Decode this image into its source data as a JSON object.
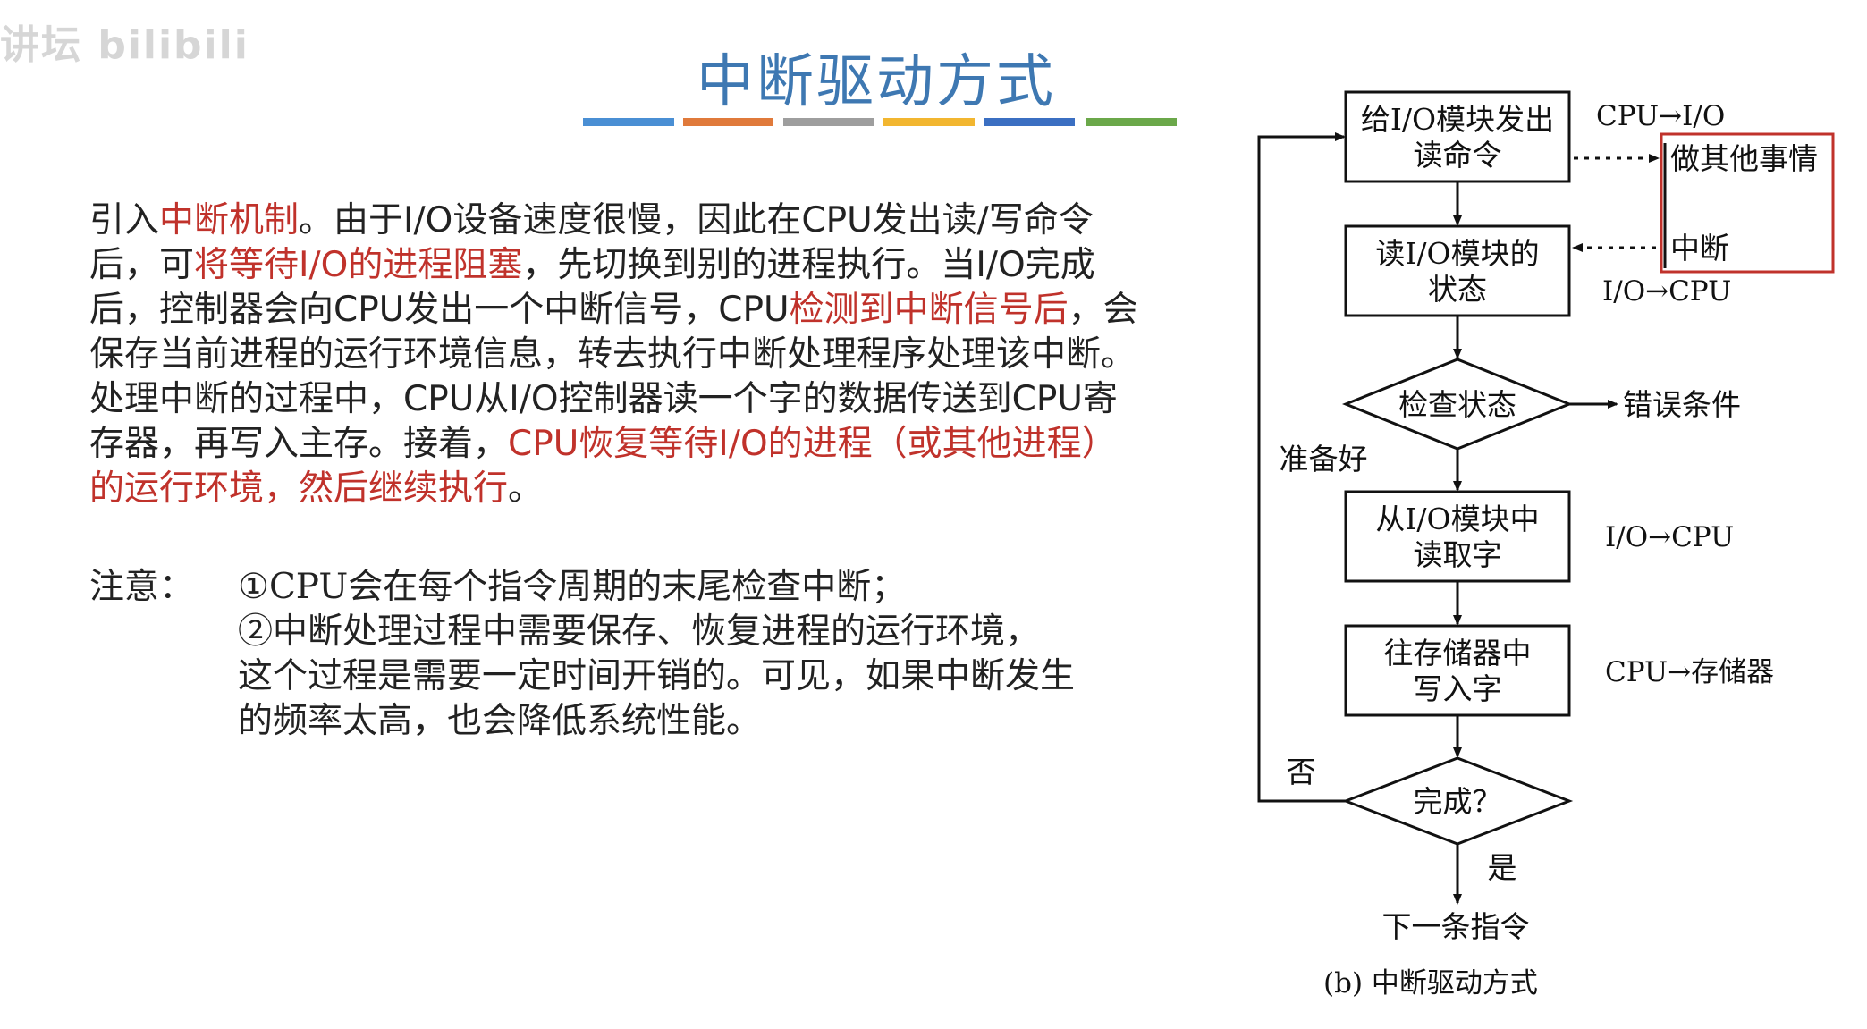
{
  "watermark": "讲坛 bilibili",
  "title": "中断驱动方式",
  "title_bar_colors": [
    "#4a8fd4",
    "#e07a3b",
    "#9e9e9e",
    "#f2b630",
    "#3b6fc2",
    "#6ba84a"
  ],
  "accent_red": "#c0322b",
  "paragraph": [
    {
      "text": "引入",
      "red": false
    },
    {
      "text": "中断机制",
      "red": true
    },
    {
      "text": "。由于I/O设备速度很慢，因此在CPU发出读/写命令后，可",
      "red": false
    },
    {
      "text": "将等待I/O的进程阻塞",
      "red": true
    },
    {
      "text": "，先切换到别的进程执行。当I/O完成后，控制器会向CPU发出一个中断信号，CPU",
      "red": false
    },
    {
      "text": "检测到中断信号后",
      "red": true
    },
    {
      "text": "，会保存当前进程的运行环境信息，转去执行中断处理程序处理该中断。处理中断的过程中，CPU从I/O控制器读一个字的数据传送到CPU寄存器，再写入主存。接着，",
      "red": false
    },
    {
      "text": "CPU恢复等待I/O的进程（或其他进程）的运行环境，然后继续执行",
      "red": true
    },
    {
      "text": "。",
      "red": false
    }
  ],
  "note": {
    "label": "注意：",
    "lines": [
      "①CPU会在每个指令周期的末尾检查中断；",
      "②中断处理过程中需要保存、恢复进程的运行环境，",
      "这个过程是需要一定时间开销的。可见，如果中断发生",
      "的频率太高，也会降低系统性能。"
    ]
  },
  "flowchart": {
    "box1": [
      "给I/O模块发出",
      "读命令"
    ],
    "box2": [
      "读I/O模块的",
      "状态"
    ],
    "decision1": "检查状态",
    "box3": [
      "从I/O模块中",
      "读取字"
    ],
    "box4": [
      "往存储器中",
      "写入字"
    ],
    "decision2": "完成？",
    "end": "下一条指令",
    "caption": "(b) 中断驱动方式",
    "labels": {
      "cpu_to_io": "CPU→I/O",
      "io_to_cpu_1": "I/O→CPU",
      "error": "错误条件",
      "ready": "准备好",
      "io_to_cpu_2": "I/O→CPU",
      "cpu_to_mem": "CPU→存储器",
      "no": "否",
      "yes": "是"
    },
    "side_box": {
      "top": "做其他事情",
      "bottom": "中断"
    }
  }
}
